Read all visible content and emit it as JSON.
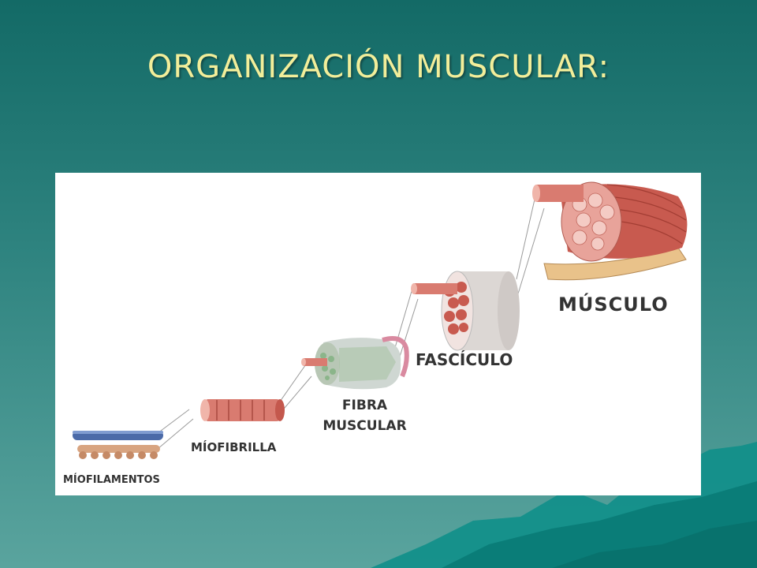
{
  "slide": {
    "title": "ORGANIZACIÓN MUSCULAR:"
  },
  "figure": {
    "labels": {
      "musculo": "MÚSCULO",
      "fasciculo": "FASCÍCULO",
      "fibra_line1": "FIBRA",
      "fibra_line2": "MUSCULAR",
      "miofibrilla": "MÍOFIBRILLA",
      "miofilamentos": "MÍOFILAMENTOS"
    }
  },
  "colors": {
    "title": "#f2ee9a",
    "muscle_red": "#c85a4f",
    "muscle_light": "#e8a39a",
    "fascia_gray": "#d9d4d0",
    "tendon": "#e9c28a",
    "myofilament_blue": "#4b6aa8"
  }
}
